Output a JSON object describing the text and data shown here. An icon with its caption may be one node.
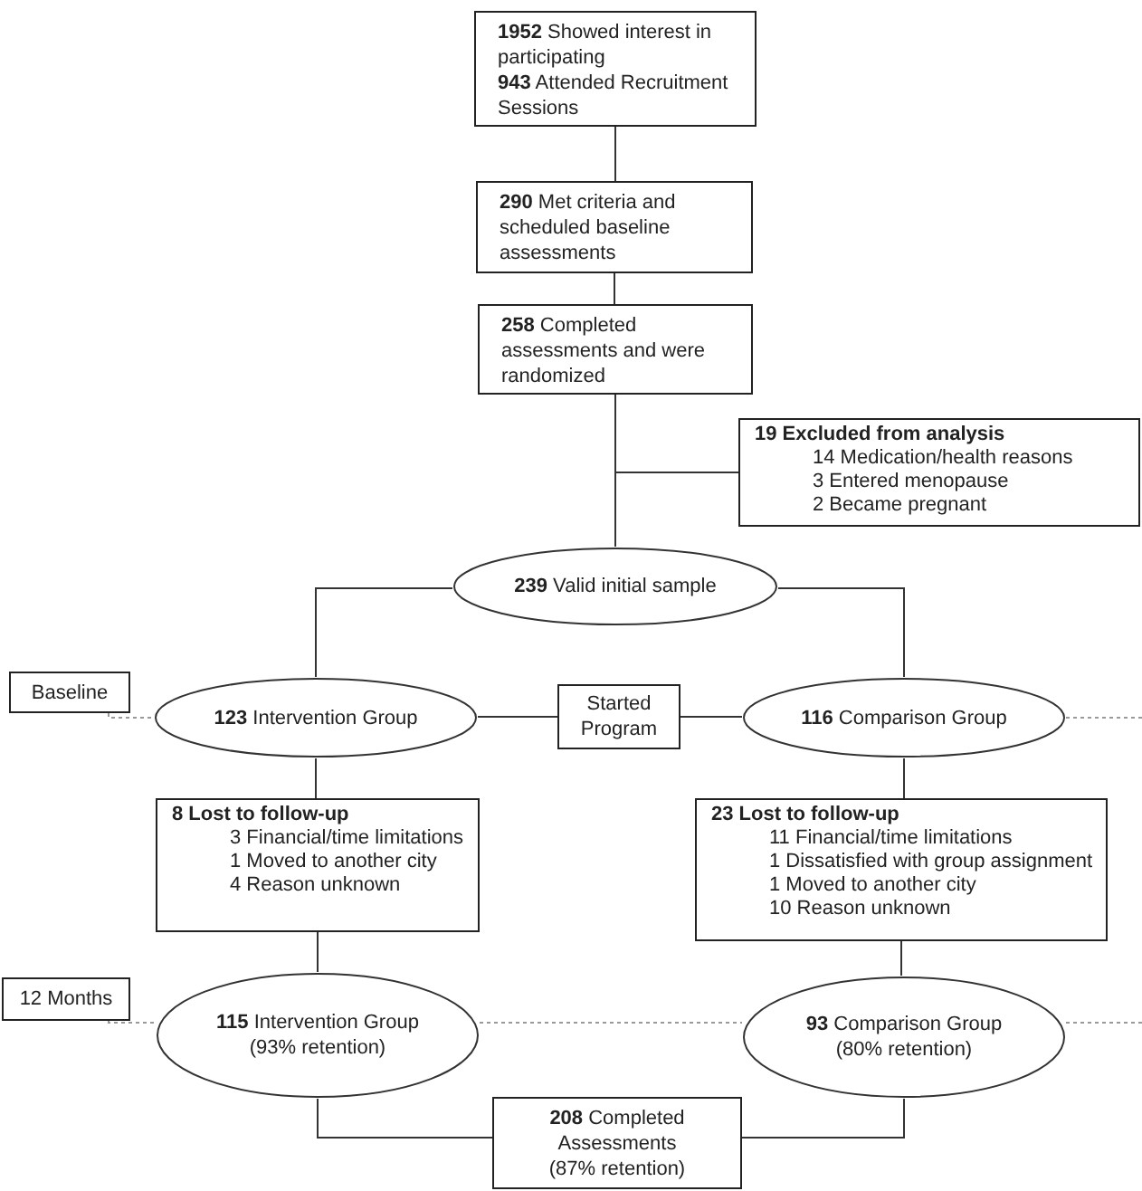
{
  "diagram": {
    "nodes": [
      {
        "text": [
          "**1952** Showed interest in participating",
          "**943** Attended Recruitment Sessions"
        ]
      },
      {
        "text": [
          "**290** Met criteria and scheduled baseline assessments"
        ]
      },
      {
        "text": [
          "**258** Completed assessments and were randomized"
        ]
      },
      {
        "text": [
          "19 Excluded from analysis",
          "14 Medication/health reasons",
          "3 Entered menopause",
          "2 Became pregnant"
        ]
      },
      {
        "text": [
          "**239** Valid initial sample"
        ]
      },
      {
        "text": [
          "Baseline"
        ]
      },
      {
        "text": [
          "**123** Intervention Group"
        ]
      },
      {
        "text": [
          "Started Program"
        ]
      },
      {
        "text": [
          "**116** Comparison Group"
        ]
      },
      {
        "text": [
          "8 Lost to follow-up",
          "3 Financial/time limitations",
          "1 Moved to another city",
          "4 Reason unknown"
        ]
      },
      {
        "text": [
          "23 Lost to follow-up",
          "11 Financial/time limitations",
          "1 Dissatisfied with group assignment",
          "1 Moved to another city",
          "10 Reason unknown"
        ]
      },
      {
        "text": [
          "12 Months"
        ]
      },
      {
        "text": [
          "**115** Intervention Group",
          "(93% retention)"
        ]
      },
      {
        "text": [
          "**93** Comparison Group",
          "(80% retention)"
        ]
      },
      {
        "text": [
          "**208** Completed Assessments",
          "(87% retention)"
        ]
      }
    ],
    "edges": [
      {
        "from": 0,
        "to": 1,
        "arrow": "none"
      },
      {
        "from": 1,
        "to": 2,
        "arrow": "none"
      },
      {
        "from": 2,
        "to": 4,
        "arrow": "none"
      },
      {
        "from": 2,
        "to": 3,
        "arrow": "none"
      },
      {
        "from": 4,
        "to": 6,
        "arrow": "none"
      },
      {
        "from": 4,
        "to": 8,
        "arrow": "none"
      },
      {
        "from": 6,
        "to": 7,
        "arrow": "none"
      },
      {
        "from": 7,
        "to": 8,
        "arrow": "none"
      },
      {
        "from": 6,
        "to": 9,
        "arrow": "none"
      },
      {
        "from": 8,
        "to": 10,
        "arrow": "none"
      },
      {
        "from": 9,
        "to": 12,
        "arrow": "none"
      },
      {
        "from": 10,
        "to": 13,
        "arrow": "none"
      },
      {
        "from": 12,
        "to": 14,
        "arrow": "none"
      },
      {
        "from": 13,
        "to": 14,
        "arrow": "none"
      },
      {
        "from": 5,
        "to": 6,
        "arrow": "none",
        "style": "dashed",
        "color": "#999999"
      },
      {
        "from": 8,
        "to": null,
        "arrow": "none",
        "style": "dashed",
        "color": "#999999"
      },
      {
        "from": 11,
        "to": 12,
        "arrow": "none",
        "style": "dashed",
        "color": "#999999"
      },
      {
        "from": 12,
        "to": 13,
        "arrow": "none",
        "style": "dashed",
        "color": "#999999"
      },
      {
        "from": 13,
        "to": null,
        "arrow": "none",
        "style": "dashed",
        "color": "#999999"
      }
    ]
  }
}
